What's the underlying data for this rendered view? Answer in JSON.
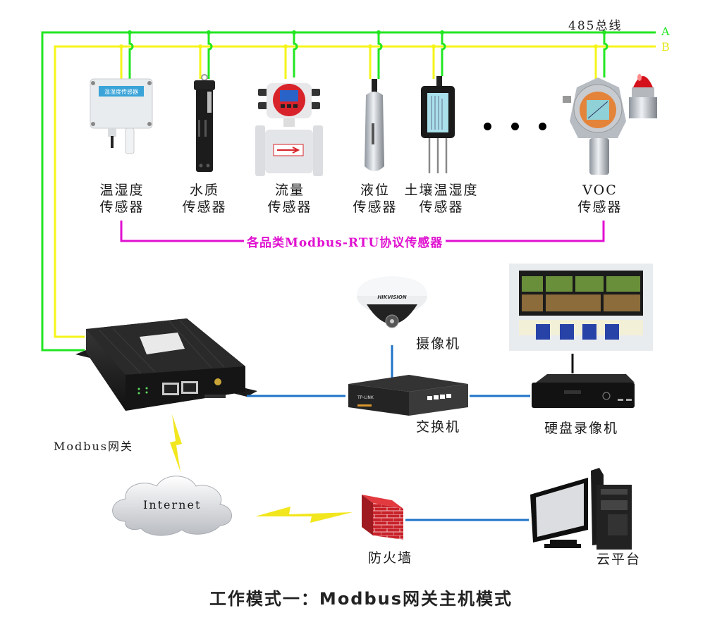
{
  "bus": {
    "title": "485总线",
    "line_a_label": "A",
    "line_b_label": "B",
    "line_a_color": "#22e622",
    "line_b_color": "#f5f51a"
  },
  "sensors": [
    {
      "line1": "温湿度",
      "line2": "传感器",
      "icon": "temperature-humidity-sensor"
    },
    {
      "line1": "水质",
      "line2": "传感器",
      "icon": "water-quality-sensor"
    },
    {
      "line1": "流量",
      "line2": "传感器",
      "icon": "flow-meter"
    },
    {
      "line1": "液位",
      "line2": "传感器",
      "icon": "liquid-level-sensor"
    },
    {
      "line1": "土壤温湿度",
      "line2": "传感器",
      "icon": "soil-sensor"
    },
    {
      "line1": "VOC",
      "line2": "传感器",
      "icon": "voc-gas-detector"
    }
  ],
  "sensor_group_label": "各品类Modbus-RTU协议传感器",
  "group_bracket_color": "#e010d0",
  "ellipsis": "...",
  "devices": {
    "gateway": "Modbus网关",
    "camera": "摄像机",
    "switch": "交换机",
    "nvr": "硬盘录像机",
    "internet": "Internet",
    "firewall": "防火墙",
    "cloud": "云平台"
  },
  "device_texts": {
    "camera_brand": "HIKVISION",
    "switch_brand": "TP-LINK",
    "sensor_panel_text": "温湿度传感器"
  },
  "link_color": "#1f74c8",
  "wireless_color": "#f2e61e",
  "footer_title": "工作模式一：Modbus网关主机模式"
}
